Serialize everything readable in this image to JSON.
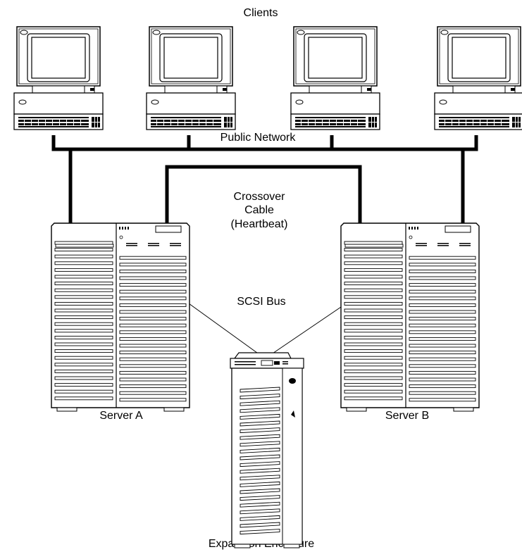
{
  "labels": {
    "clients": "Clients",
    "public_network": "Public Network",
    "crossover_line1": "Crossover",
    "crossover_line2": "Cable",
    "crossover_line3": "(Heartbeat)",
    "scsi_bus": "SCSI Bus",
    "server_a": "Server A",
    "server_b": "Server B",
    "expansion_enclosure": "Expansion Enclosure"
  },
  "clients": [
    {
      "id": "client-1"
    },
    {
      "id": "client-2"
    },
    {
      "id": "client-3"
    },
    {
      "id": "client-4"
    }
  ],
  "colors": {
    "line": "#000000",
    "background": "#ffffff"
  }
}
